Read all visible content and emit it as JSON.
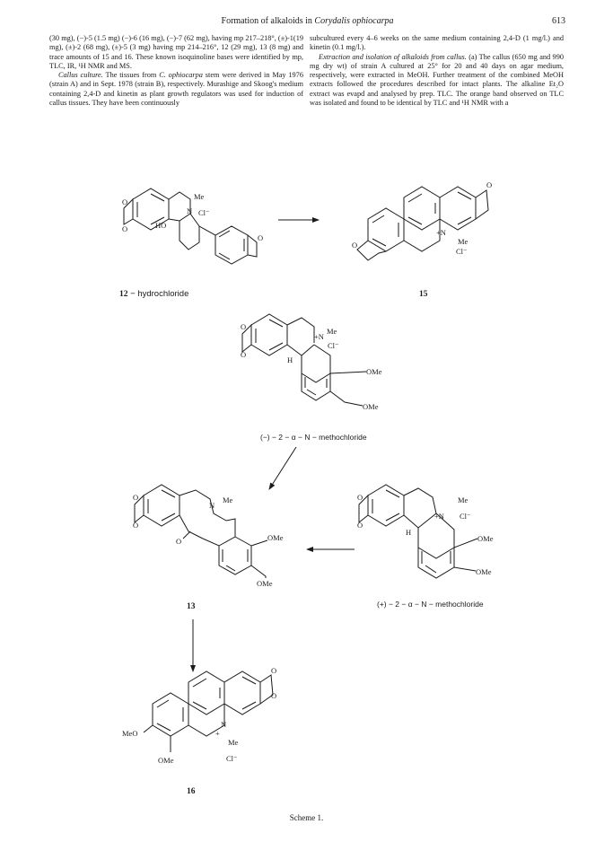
{
  "header": {
    "title_pre": "Formation of alkaloids in ",
    "title_italic": "Corydalis ophiocarpa",
    "page_number": "613"
  },
  "left_col": {
    "p1": "(30 mg), (−)-5 (1.5 mg) (−)-6 (16 mg), (−)-7 (62 mg), having mp 217–218°, (±)-1(19 mg), (±)-2 (68 mg), (±)-5 (3 mg) having mp 214–216°, 12 (29 mg), 13 (8 mg) and trace amounts of 15 and 16. These known isoquinoline bases were identified by mp, TLC, IR, ¹H NMR and MS.",
    "p2_head": "Callus culture.",
    "p2_pre": " The tissues from ",
    "p2_species": "C. ophiocarpa",
    "p2_post": " stem were derived in May 1976 (strain A) and in Sept. 1978 (strain B), respectively. Murashige and Skoog's medium containing 2,4-D and kinetin as plant growth regulators was used for induction of callus tissues. They have been continuously"
  },
  "right_col": {
    "p1": "subcultured every 4–6 weeks on the same medium containing 2,4-D (1 mg/l.) and kinetin (0.1 mg/l.).",
    "p2_head": "Extraction and isolation of alkaloids from callus.",
    "p2_body": " (a) The callus (650 mg and 990 mg dry wt) of strain A cultured at 25° for 20 and 40 days on agar medium, respectively, were extracted in MeOH. Further treatment of the combined MeOH extracts followed the procedures described for intact plants. The alkaline Et₂O extract was evapd and analysed by prep. TLC. The orange band observed on TLC was isolated and found to be identical by TLC and ¹H NMR with a"
  },
  "scheme": {
    "label_12": "12",
    "label_12_suffix": " − hydrochloride",
    "label_15": "15",
    "label_mid_top": "(−) − 2 − α − N − methochloride",
    "label_13": "13",
    "label_mid_right": "(+) − 2 − α − N − methochloride",
    "label_16": "16",
    "atom_me": "Me",
    "atom_cl": "Cl⁻",
    "atom_ho": "HO",
    "atom_h": "H",
    "atom_ome": "OMe",
    "atom_meo": "MeO",
    "atom_n": "N",
    "atom_np": "+N",
    "atom_plus": "+",
    "atom_o": "O"
  },
  "caption": "Scheme 1."
}
